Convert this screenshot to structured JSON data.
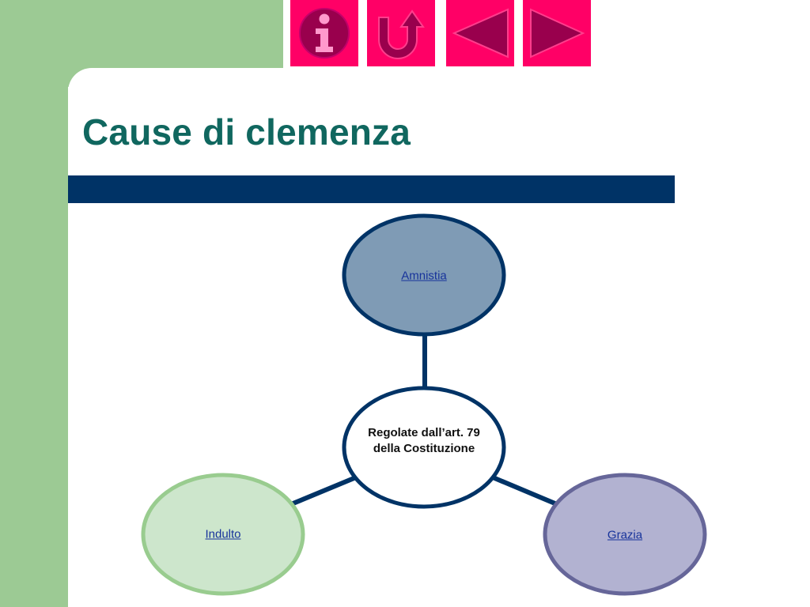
{
  "slide": {
    "title": "Cause di clemenza"
  },
  "nav": {
    "info_icon": "info-icon",
    "return_icon": "return-arrow-icon",
    "prev_icon": "triangle-left-icon",
    "next_icon": "triangle-right-icon"
  },
  "diagram": {
    "center": "Regolate dall’art. 79 della Costituzione",
    "nodes": [
      {
        "label": "Amnistia"
      },
      {
        "label": "Indulto"
      },
      {
        "label": "Grazia"
      }
    ]
  },
  "colors": {
    "green": "#9cca94",
    "title": "#10675f",
    "bar": "#003366",
    "nav": "#ff0066",
    "nav_icon": "#99004d",
    "amnistia_fill": "#7f9bb5",
    "indulto_fill": "#cde6cc",
    "grazia_fill": "#b2b2d1"
  }
}
